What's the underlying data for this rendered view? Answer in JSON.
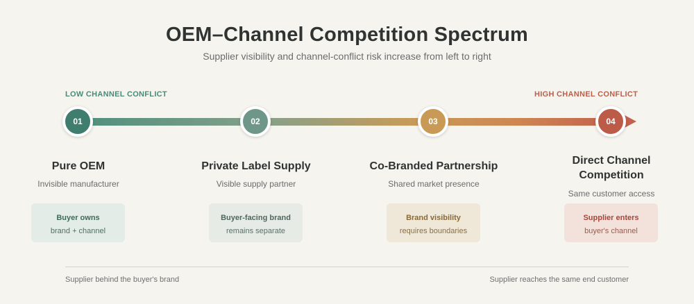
{
  "title": "OEM–Channel Competition Spectrum",
  "subtitle": "Supplier visibility and channel-conflict risk increase from left to right",
  "low_label": "LOW CHANNEL CONFLICT",
  "high_label": "HIGH CHANNEL CONFLICT",
  "colors": {
    "stage1": "#3f7d6e",
    "stage2": "#6e978a",
    "stage3": "#c89a55",
    "stage4": "#bc5c48"
  },
  "stages": [
    {
      "num": "01",
      "title": "Pure OEM",
      "desc": "Invisible manufacturer",
      "card_line1": "Buyer owns",
      "card_line2": "brand + channel"
    },
    {
      "num": "02",
      "title": "Private Label Supply",
      "desc": "Visible supply partner",
      "card_line1": "Buyer-facing brand",
      "card_line2": "remains separate"
    },
    {
      "num": "03",
      "title": "Co-Branded Partnership",
      "desc": "Shared market presence",
      "card_line1": "Brand visibility",
      "card_line2": "requires boundaries"
    },
    {
      "num": "04",
      "title_line1": "Direct Channel",
      "title_line2": "Competition",
      "desc": "Same customer access",
      "card_line1": "Supplier enters",
      "card_line2": "buyer's channel"
    }
  ],
  "footer_left": "Supplier behind the buyer's brand",
  "footer_right": "Supplier reaches the same end customer"
}
